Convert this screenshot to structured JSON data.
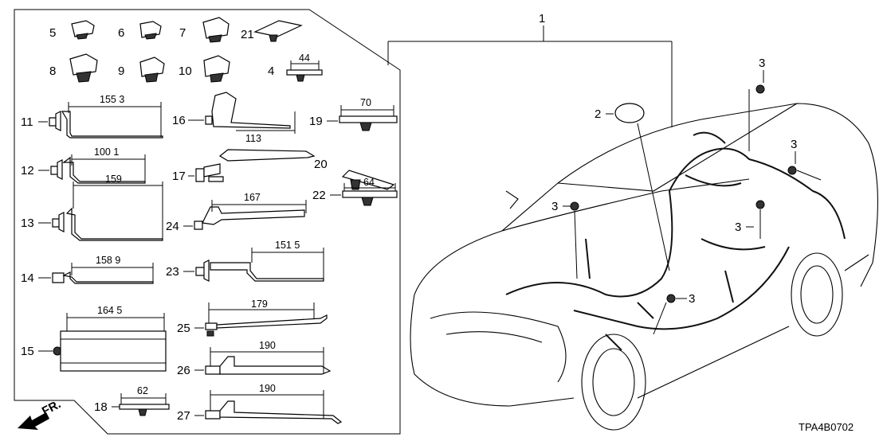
{
  "diagram_code": "TPA4B0702",
  "front_indicator": "FR.",
  "callouts": {
    "p1": "1",
    "p2": "2",
    "p3": "3",
    "p4": "4",
    "p5": "5",
    "p6": "6",
    "p7": "7",
    "p8": "8",
    "p9": "9",
    "p10": "10",
    "p11": "11",
    "p12": "12",
    "p13": "13",
    "p14": "14",
    "p15": "15",
    "p16": "16",
    "p17": "17",
    "p18": "18",
    "p19": "19",
    "p20": "20",
    "p21": "21",
    "p22": "22",
    "p23": "23",
    "p24": "24",
    "p25": "25",
    "p26": "26",
    "p27": "27"
  },
  "dimensions": {
    "d4": "44",
    "d11": "155 3",
    "d12": "100 1",
    "d13": "159",
    "d14": "158 9",
    "d15": "164 5",
    "d16": "113",
    "d18": "62",
    "d19": "70",
    "d22": "64",
    "d23": "151 5",
    "d24": "167",
    "d25": "179",
    "d26": "190",
    "d27": "190"
  },
  "colors": {
    "line": "#000000",
    "background": "#ffffff"
  }
}
